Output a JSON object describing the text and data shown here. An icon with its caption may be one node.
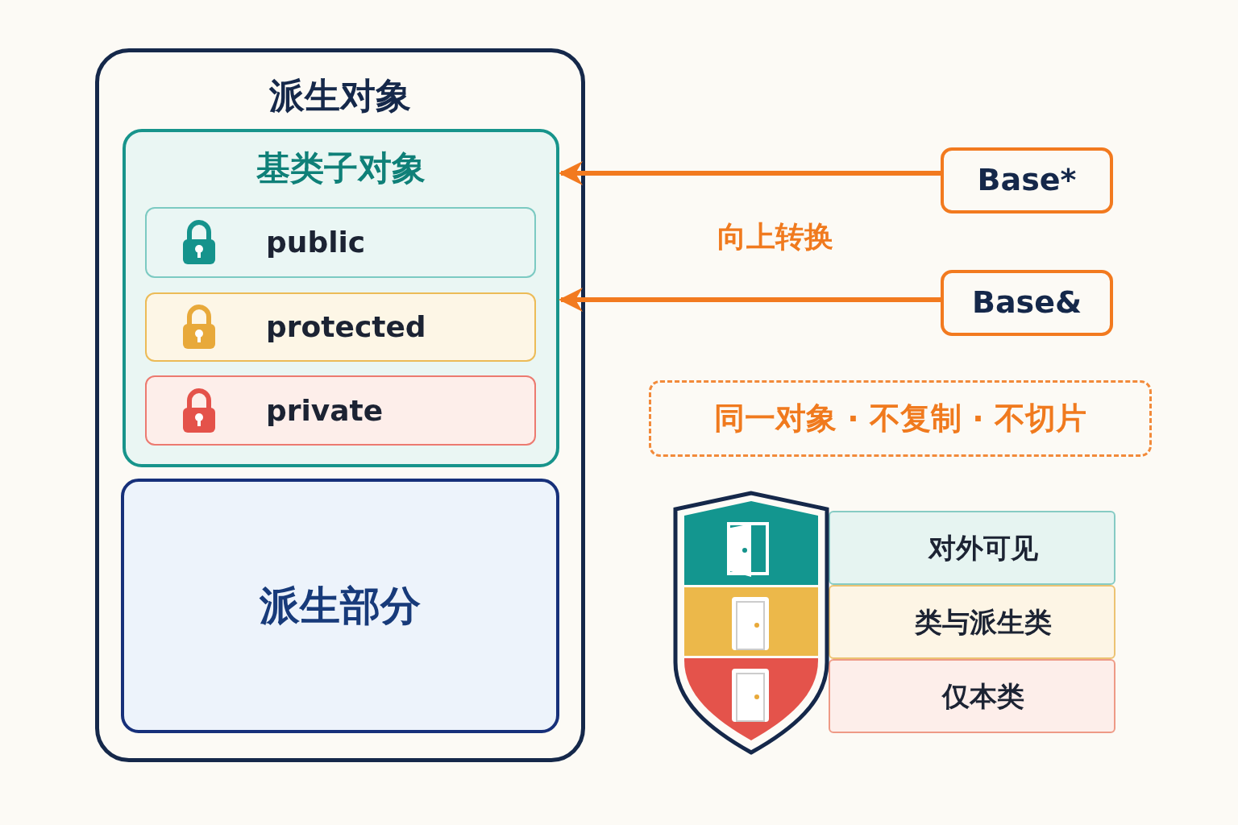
{
  "diagram": {
    "nodes": [
      {
        "text": [
          "派生对象"
        ]
      },
      {
        "text": [
          "基类子对象"
        ],
        "in": 0
      },
      {
        "text": [
          "public"
        ],
        "in": 1
      },
      {
        "text": [
          "protected"
        ],
        "in": 1
      },
      {
        "text": [
          "private"
        ],
        "in": 1
      },
      {
        "text": [
          "派生部分"
        ],
        "in": 0
      },
      {
        "text": [
          "Base*"
        ]
      },
      {
        "text": [
          "Base&"
        ]
      },
      {
        "text": [
          "同一对象 · 不复制 · 不切片"
        ]
      },
      {
        "text": [
          "对外可见"
        ]
      },
      {
        "text": [
          "类与派生类"
        ]
      },
      {
        "text": [
          "仅本类"
        ]
      }
    ],
    "edges": [
      {
        "from": 6,
        "to": 1,
        "arrow": "to"
      },
      {
        "from": 7,
        "to": 1,
        "arrow": "to"
      }
    ],
    "labels": [
      "向上转换"
    ]
  }
}
